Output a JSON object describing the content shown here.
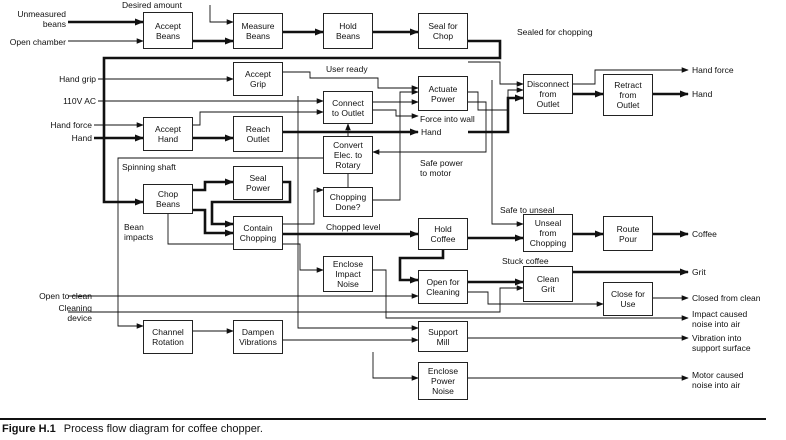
{
  "boxes": {
    "accept_beans": "Accept\nBeans",
    "measure_beans": "Measure\nBeans",
    "hold_beans": "Hold\nBeans",
    "seal_for_chop": "Seal for\nChop",
    "accept_grip": "Accept\nGrip",
    "actuate_power": "Actuate\nPower",
    "disconnect_from_outlet": "Disconnect\nfrom\nOutlet",
    "retract_from_outlet": "Retract\nfrom\nOutlet",
    "connect_to_outlet": "Connect\nto Outlet",
    "accept_hand": "Accept\nHand",
    "reach_outlet": "Reach\nOutlet",
    "convert_elec": "Convert\nElec. to\nRotary",
    "seal_power": "Seal\nPower",
    "chop_beans": "Chop\nBeans",
    "chopping_done": "Chopping\nDone?",
    "contain_chopping": "Contain\nChopping",
    "hold_coffee": "Hold\nCoffee",
    "unseal_from_chopping": "Unseal\nfrom\nChopping",
    "route_pour": "Route\nPour",
    "enclose_impact_noise": "Enclose\nImpact\nNoise",
    "open_for_cleaning": "Open for\nCleaning",
    "clean_grit": "Clean\nGrit",
    "close_for_use": "Close for\nUse",
    "channel_rotation": "Channel\nRotation",
    "dampen_vibrations": "Dampen\nVibrations",
    "support_mill": "Support\nMill",
    "enclose_power_noise": "Enclose\nPower\nNoise"
  },
  "inputs": {
    "unmeasured_beans": "Unmeasured\nbeans",
    "open_chamber": "Open chamber",
    "desired_amount": "Desired amount",
    "hand_grip": "Hand grip",
    "ac_110v": "110V AC",
    "hand_force": "Hand force",
    "hand": "Hand",
    "open_to_clean": "Open to clean",
    "cleaning_device": "Cleaning\ndevice"
  },
  "outputs": {
    "hand_force": "Hand force",
    "hand": "Hand",
    "coffee": "Coffee",
    "grit": "Grit",
    "closed_from_clean": "Closed from clean",
    "impact_noise": "Impact caused\nnoise into air",
    "vibration": "Vibration into\nsupport surface",
    "motor_noise": "Motor caused\nnoise into air"
  },
  "flow_labels": {
    "sealed_for_chopping": "Sealed for chopping",
    "user_ready": "User ready",
    "force_into_wall": "Force into wall",
    "hand_mid": "Hand",
    "safe_power": "Safe power\nto motor",
    "spinning_shaft": "Spinning shaft",
    "bean_impacts": "Bean\nimpacts",
    "chopped_level": "Chopped level",
    "safe_to_unseal": "Safe to unseal",
    "stuck_coffee": "Stuck coffee"
  },
  "caption": {
    "figure": "Figure H.1",
    "text": "Process flow diagram for coffee chopper."
  }
}
